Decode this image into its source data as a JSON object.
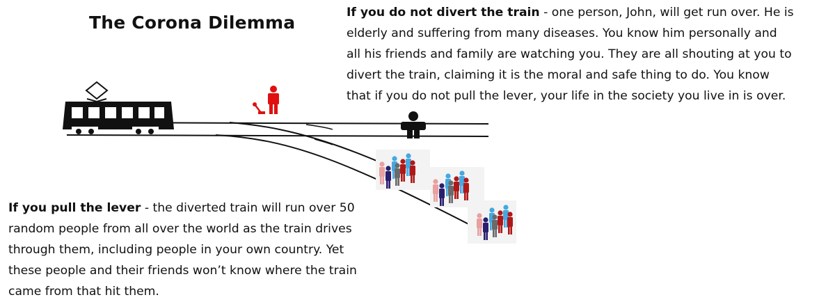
{
  "title": "The Corona Dilemma",
  "no_divert": {
    "lead": "If you do not divert the train",
    "lines": [
      " - one person, John, will get run over.  He is",
      "elderly and suffering from many diseases. You know him personally and",
      "all his friends and family are watching you. They are all shouting at you to",
      "divert the train, claiming it is the moral and safe thing to do. You know",
      "that if you do not pull the lever, your life in the society you live in is over."
    ]
  },
  "pull_lever": {
    "lead": "If you pull the lever",
    "lines": [
      " - the diverted train will run over 50",
      "random people from all over the world as the train drives",
      "through them, including people in your own country. Yet",
      "these people and their friends won’t know where the train",
      "came from that hit them."
    ]
  },
  "colors": {
    "track": "#111111",
    "lever_person": "#e01010",
    "john": "#111111",
    "crowd": [
      "#e8a0a0",
      "#2a1e6e",
      "#45a8e0",
      "#b01818",
      "#6a6a6a"
    ]
  },
  "icons": [
    "tram-icon",
    "lever-icon",
    "person-icon",
    "crowd-icon"
  ]
}
